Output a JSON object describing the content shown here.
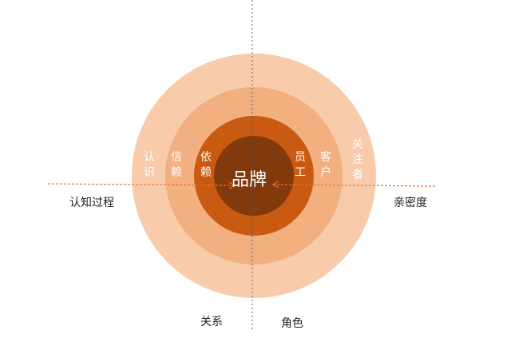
{
  "center": "品牌",
  "left_rings": [
    "认识",
    "信赖",
    "依赖"
  ],
  "right_rings": [
    "员工",
    "客户",
    "关注者"
  ],
  "axis_left": "认知过程",
  "axis_right": "亲密度",
  "bottom_left": "关系",
  "bottom_right": "角色",
  "colors": {
    "outer": "#f8ccab",
    "second": "#f2b080",
    "third": "#c85a12",
    "inner": "#823a0c",
    "line": "#e8742a"
  }
}
